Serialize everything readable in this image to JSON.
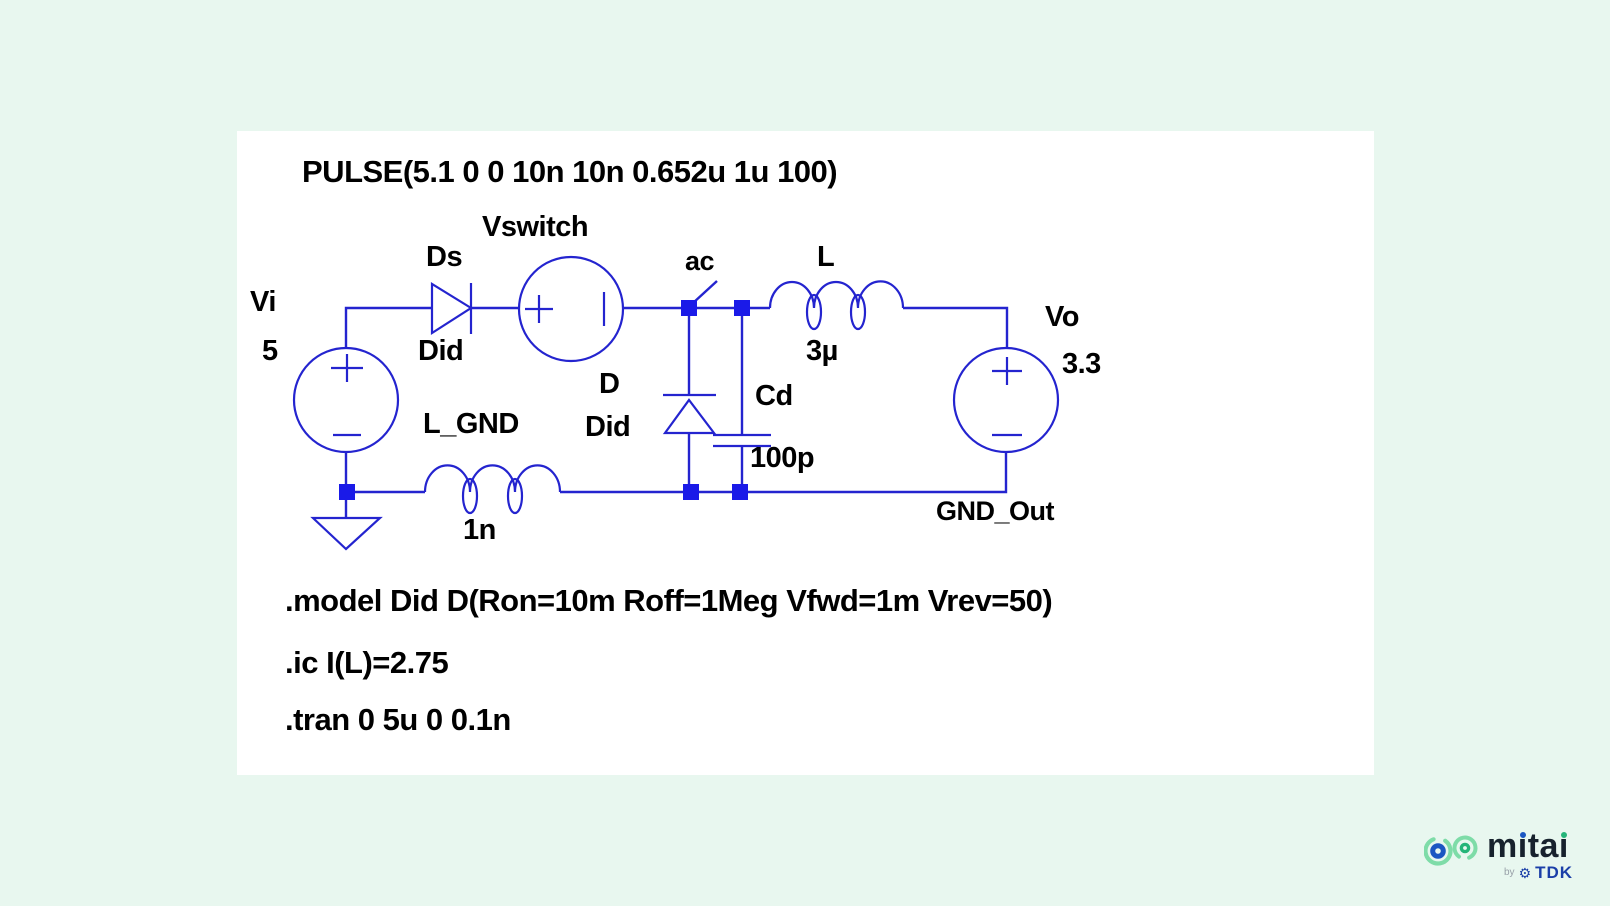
{
  "colors": {
    "page_background": "#e8f7ef",
    "canvas_background": "#ffffff",
    "wire_blue": "#2424cf",
    "junction_blue": "#1a1ae8",
    "text_black": "#000000",
    "logo_green": "#7edca8",
    "logo_blue": "#1b57c2",
    "logo_teal": "#25b579",
    "tdk_blue": "#1b3fa8"
  },
  "schematic": {
    "pulse_directive": "PULSE(5.1 0 0 10n 10n 0.652u 1u 100)",
    "directives": [
      ".model Did D(Ron=10m Roff=1Meg Vfwd=1m Vrev=50)",
      ".ic I(L)=2.75",
      ".tran 0 5u 0 0.1n"
    ],
    "components": {
      "vi": {
        "name": "Vi",
        "value": "5"
      },
      "ds": {
        "name": "Ds",
        "model": "Did"
      },
      "vswitch": {
        "name": "Vswitch"
      },
      "d": {
        "name": "D",
        "model": "Did"
      },
      "cd": {
        "name": "Cd",
        "value": "100p"
      },
      "l": {
        "name": "L",
        "value": "3µ"
      },
      "l_gnd": {
        "name": "L_GND",
        "value": "1n"
      },
      "vo": {
        "name": "Vo",
        "value": "3.3"
      }
    },
    "nets": {
      "ac": "ac",
      "gnd_out": "GND_Out"
    }
  },
  "logo": {
    "brand_seg1": "m",
    "brand_seg2": "ı",
    "brand_seg3": "ta",
    "brand_seg4": "ı",
    "by": "by",
    "gear": "⚙",
    "company": "TDK"
  }
}
